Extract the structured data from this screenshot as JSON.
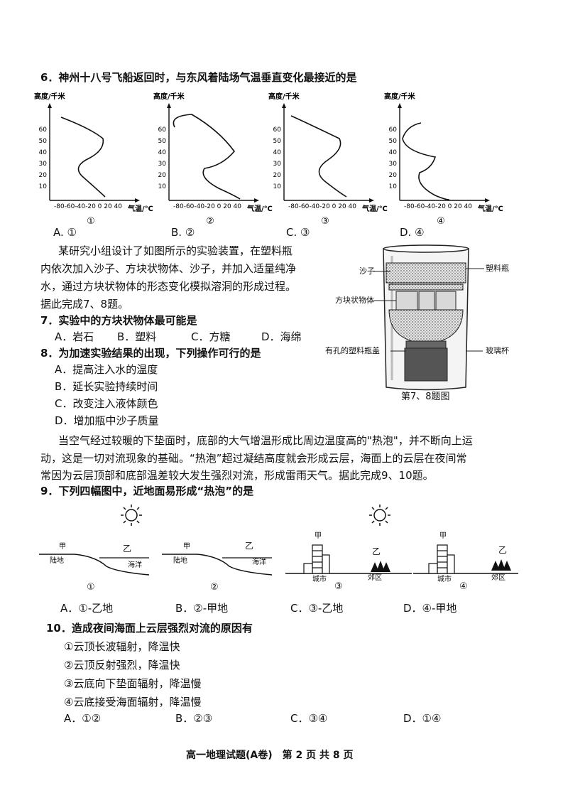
{
  "q6": {
    "stem": "6．神州十八号飞船返回时，与东风着陆场气温垂直变化最接近的是",
    "ylabel": "高度/千米",
    "xlabel": "气温/℃",
    "yticks": [
      "60",
      "50",
      "40",
      "30",
      "20",
      "10"
    ],
    "xticks": "-80-60-40-20  0  20 40",
    "chart_labels": [
      "①",
      "②",
      "③",
      "④"
    ],
    "options": [
      "A. ①",
      "B. ②",
      "C. ③",
      "D. ④"
    ]
  },
  "q78": {
    "intro_lines": [
      "某研究小组设计了如图所示的实验装置，在塑料瓶",
      "内依次加入沙子、方块状物体、沙子，并加入适量纯净",
      "水，通过方块状物体的形态变化模拟溶洞的形成过程。",
      "据此完成7、8题。"
    ],
    "figure": {
      "labels": {
        "sand": "沙子",
        "bottle": "塑料瓶",
        "block": "方块状物体",
        "cap": "有孔的塑料瓶盖",
        "cup": "玻璃杯"
      },
      "caption": "第7、8题图"
    },
    "q7": {
      "stem": "7．实验中的方块状物体最可能是",
      "options": [
        "A．岩石",
        "B．塑料",
        "C．方糖",
        "D．海绵"
      ]
    },
    "q8": {
      "stem": "8．为加速实验结果的出现，下列操作可行的是",
      "options": [
        "A．提高注入水的温度",
        "B．延长实验持续时间",
        "C．改变注入液体颜色",
        "D．增加瓶中沙子质量"
      ]
    }
  },
  "q910": {
    "intro_lines": [
      "当空气经过较暖的下垫面时，底部的大气增温形成比周边温度高的\"热泡\"，并不断向上运",
      "动，这是一切对流现象的基础。“热泡”超过凝结高度就会形成云层，海面上的云层在夜间常",
      "常因为云层顶部和底部温差较大发生强烈对流，形成雷雨天气。据此完成9、10题。"
    ],
    "q9": {
      "stem": "9．下列四幅图中，近地面易形成“热泡”的是",
      "fig_labels": {
        "jia": "甲",
        "yi": "乙",
        "land": "陆地",
        "ocean": "海洋",
        "city": "城市",
        "suburb": "郊区"
      },
      "fig_numbers": [
        "①",
        "②",
        "③",
        "④"
      ],
      "options": [
        "A．①-乙地",
        "B．②-甲地",
        "C．③-乙地",
        "D．④-甲地"
      ]
    },
    "q10": {
      "stem": "10．造成夜间海面上云层强烈对流的原因有",
      "items": [
        "①云顶长波辐射，降温快",
        "②云顶反射强烈，降温快",
        "③云底向下垫面辐射，降温慢",
        "④云底接受海面辐射，降温慢"
      ],
      "options": [
        "A．①②",
        "B．②③",
        "C．③④",
        "D．①④"
      ]
    }
  },
  "footer": "高一地理试题(A卷)　第 2 页 共 8 页"
}
